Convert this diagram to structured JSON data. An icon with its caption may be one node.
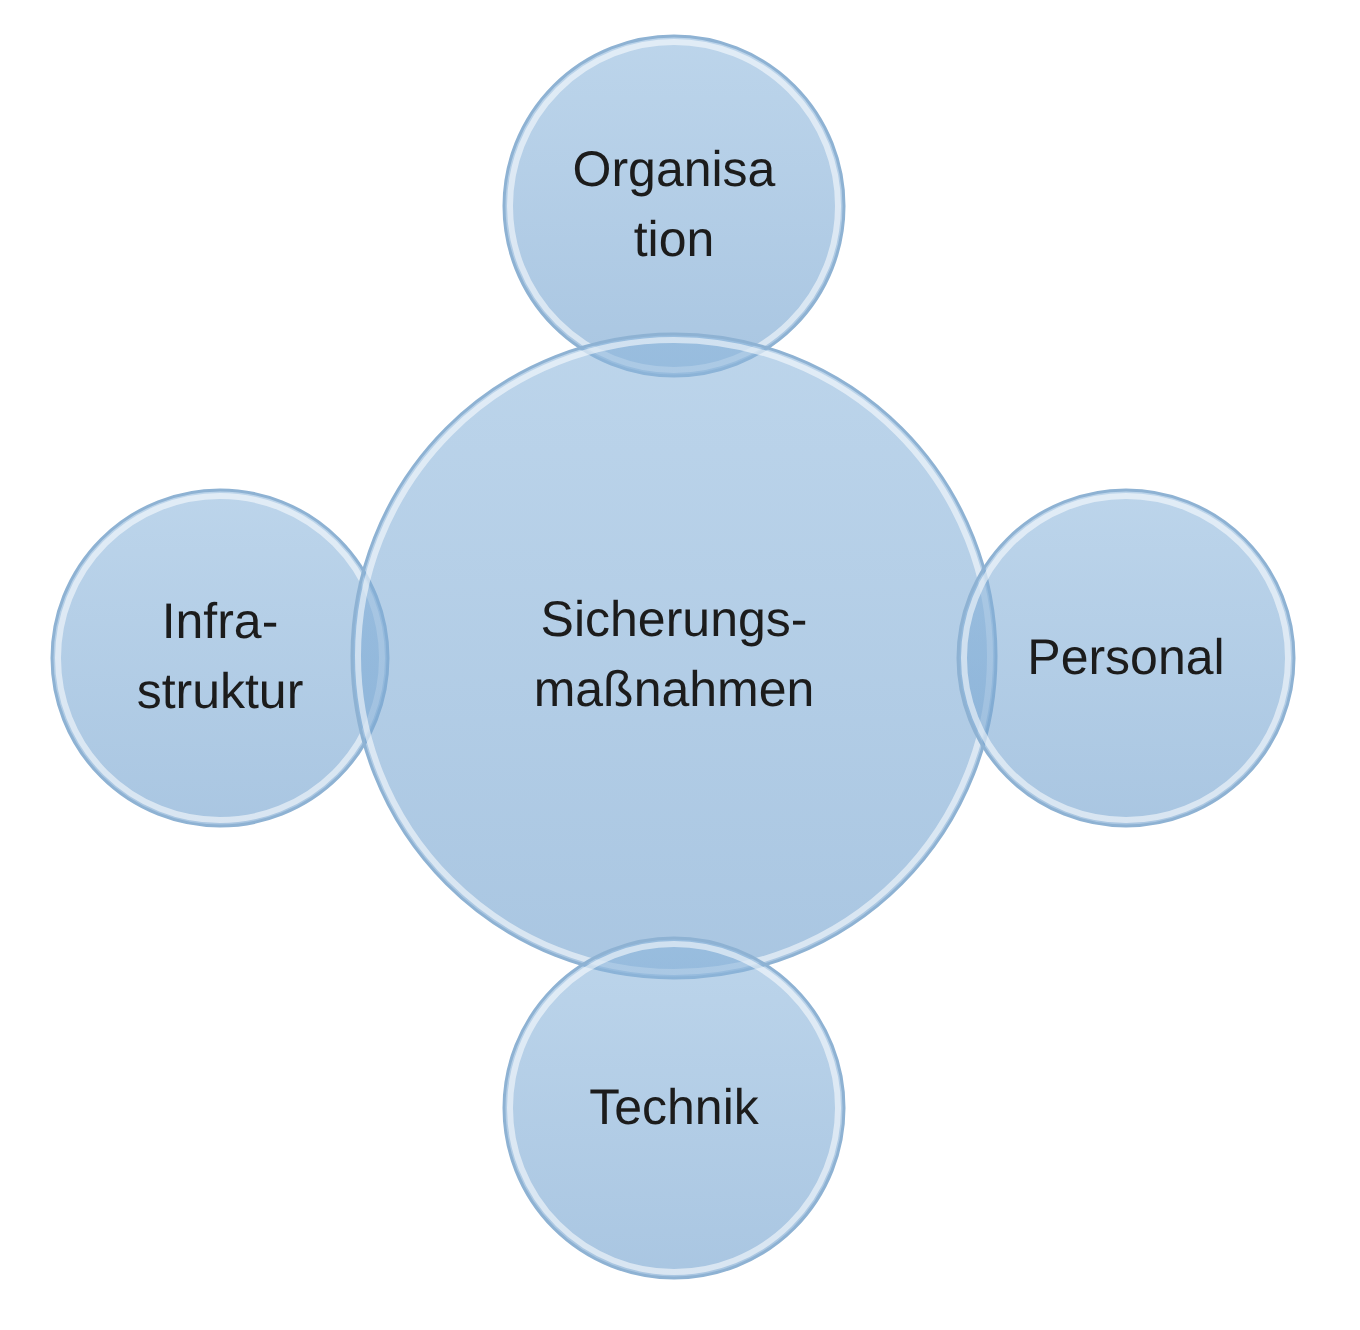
{
  "diagram": {
    "nodes": [
      {
        "text": [
          "Organisa tion"
        ]
      },
      {
        "text": [
          "Infra- struktur"
        ]
      },
      {
        "text": [
          "Sicherungs- maßnahmen"
        ]
      },
      {
        "text": [
          "Personal"
        ]
      },
      {
        "text": [
          "Technik"
        ]
      }
    ]
  }
}
